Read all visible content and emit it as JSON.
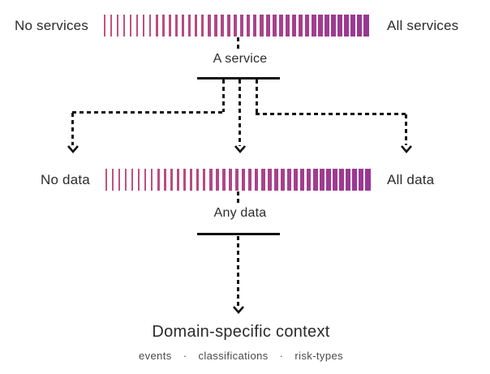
{
  "diagram": {
    "services_spectrum": {
      "left_label": "No services",
      "right_label": "All services"
    },
    "service_node": {
      "label": "A service"
    },
    "data_spectrum": {
      "left_label": "No data",
      "right_label": "All data"
    },
    "data_node": {
      "label": "Any data"
    },
    "context_node": {
      "label": "Domain-specific context",
      "items": [
        "events",
        "classifications",
        "risk-types"
      ],
      "separator": "·"
    }
  },
  "bars": {
    "tick_count": 41,
    "pitch": 8,
    "width_start": 1.5,
    "width_end": 7,
    "color_start": "#c2547a",
    "color_end": "#993794"
  },
  "colors": {
    "text": "#2b2b2b",
    "muted_text": "#4a4a4a",
    "line": "#141414"
  }
}
